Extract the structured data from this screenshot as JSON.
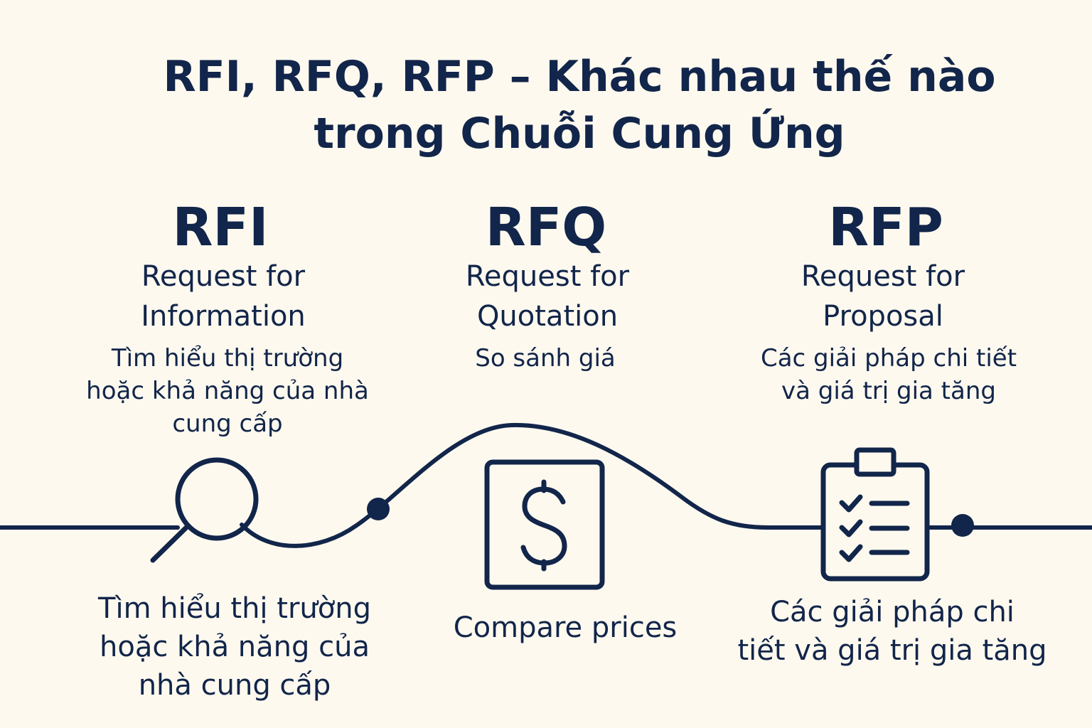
{
  "title": {
    "line1": "RFI, RFQ, RFP – Khác nhau thế nào",
    "line2": "trong Chuỗi Cung Ứng"
  },
  "columns": [
    {
      "abbr": "RFI",
      "full_line1": "Request for",
      "full_line2": "Information",
      "desc_lines": [
        "Tìm hiểu thị trường",
        "hoặc khả năng của nhà",
        "cung cấp"
      ],
      "icon": "magnifier-icon",
      "caption_lines": [
        "Tìm hiểu thị trường",
        "hoặc khả năng của",
        "nhà cung cấp"
      ]
    },
    {
      "abbr": "RFQ",
      "full_line1": "Request for",
      "full_line2": "Quotation",
      "desc_lines": [
        "So sánh giá"
      ],
      "icon": "dollar-icon",
      "caption_lines": [
        "Compare prices"
      ]
    },
    {
      "abbr": "RFP",
      "full_line1": "Request for",
      "full_line2": "Proposal",
      "desc_lines": [
        "Các giải pháp chi tiết",
        "và giá trị gia tăng"
      ],
      "icon": "clipboard-checklist-icon",
      "caption_lines": [
        "Các giải pháp chi",
        "tiết và giá trị gia tăng"
      ]
    }
  ],
  "colors": {
    "background": "#fdf9ef",
    "ink": "#12254a"
  }
}
